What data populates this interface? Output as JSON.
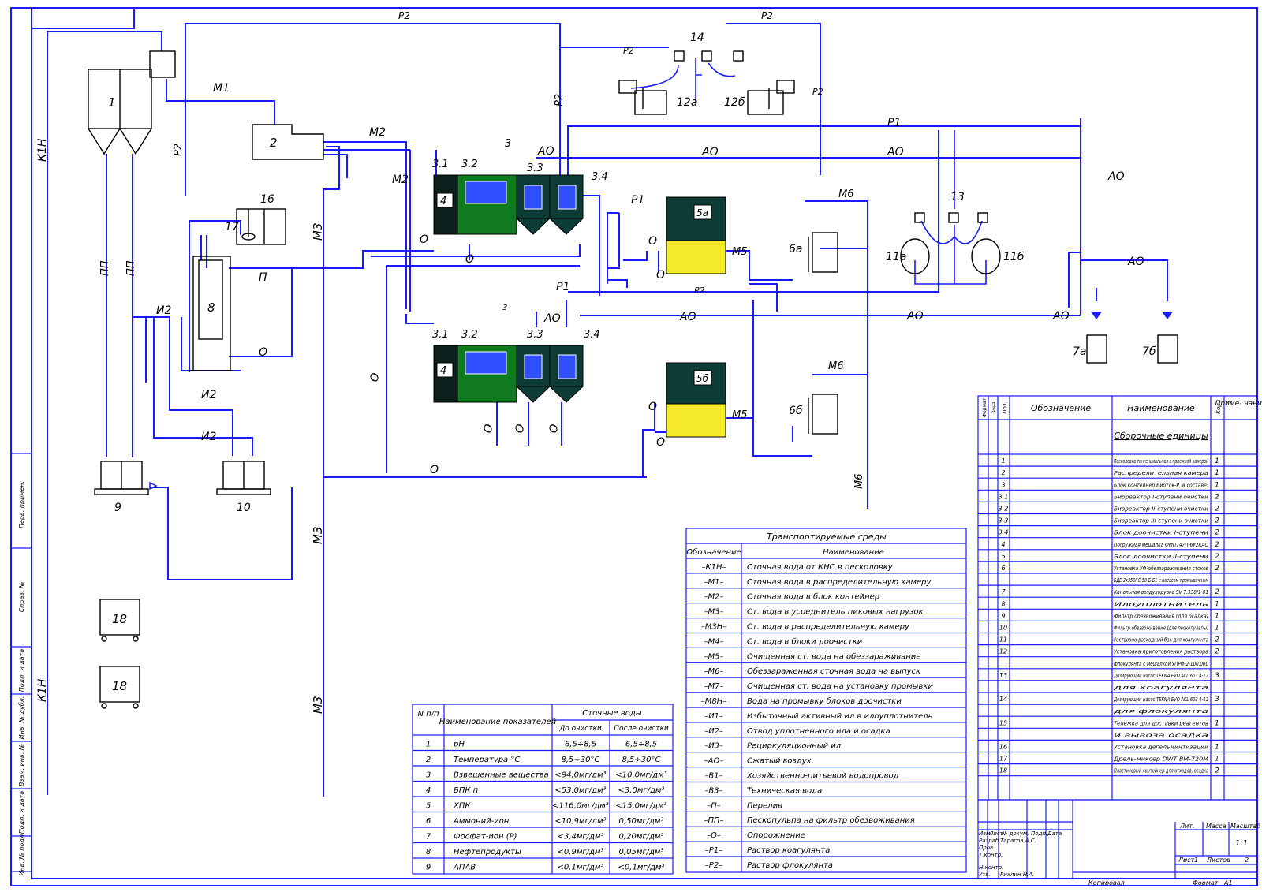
{
  "colors": {
    "pipe": "#1a1aff",
    "bioreactor_green": "#0f7a1e",
    "block_dark": "#0d3b36",
    "sand_yellow": "#f5ea2a",
    "lamp_blue": "#3050ff"
  },
  "labels": {
    "k1h": "К1Н",
    "r2": "Р2",
    "r1": "Р1",
    "m1": "М1",
    "m2": "М2",
    "m3": "М3",
    "m5": "М5",
    "m6": "М6",
    "ao": "АО",
    "o": "О",
    "p": "П",
    "pp": "ПП",
    "i2": "И2",
    "n1": "1",
    "n2": "2",
    "n3": "3",
    "n31": "3.1",
    "n32": "3.2",
    "n33": "3.3",
    "n34": "3.4",
    "n4": "4",
    "n5a": "5а",
    "n5b": "5б",
    "n6a": "6а",
    "n6b": "6б",
    "n7a": "7а",
    "n7b": "7б",
    "n8": "8",
    "n9": "9",
    "n10": "10",
    "n11a": "11а",
    "n11b": "11б",
    "n12a": "12а",
    "n12b": "12б",
    "n13": "13",
    "n14": "14",
    "n16": "16",
    "n17": "17",
    "n18": "18"
  },
  "media_table": {
    "title": "Транспортируемые среды",
    "headers": [
      "Обозначение",
      "Наименование"
    ],
    "rows": [
      [
        "–К1Н–",
        "Сточная вода от КНС в песколовку"
      ],
      [
        "–М1–",
        "Сточная вода в распределительную камеру"
      ],
      [
        "–М2–",
        "Сточная вода в блок контейнер"
      ],
      [
        "–М3–",
        "Ст. вода в усреднитель пиковых нагрузок"
      ],
      [
        "–М3Н–",
        "Ст. вода в распределительную камеру"
      ],
      [
        "–М4–",
        "Ст. вода в блоки доочистки"
      ],
      [
        "–М5–",
        "Очищенная ст. вода на обеззараживание"
      ],
      [
        "–М6–",
        "Обеззараженная сточная вода на выпуск"
      ],
      [
        "–М7–",
        "Очищенная ст. вода на установку промывки"
      ],
      [
        "–М8Н–",
        "Вода на промывку блоков доочистки"
      ],
      [
        "–И1–",
        "Избыточный активный ил в илоуплотнитель"
      ],
      [
        "–И2–",
        "Отвод уплотненного ила и осадка"
      ],
      [
        "–И3–",
        "Рециркуляционный ил"
      ],
      [
        "–АО–",
        "Сжатый воздух"
      ],
      [
        "–В1–",
        "Хозяйственно-питьевой водопровод"
      ],
      [
        "–В3–",
        "Техническая вода"
      ],
      [
        "–П–",
        "Перелив"
      ],
      [
        "–ПП–",
        "Пескопульпа на фильтр обезвоживания"
      ],
      [
        "–О–",
        "Опорожнение"
      ],
      [
        "–Р1–",
        "Раствор коагулянта"
      ],
      [
        "–Р2–",
        "Раствор флокулянта"
      ]
    ]
  },
  "params_table": {
    "h_num": "N п/п",
    "h_name": "Наименование показателей",
    "h_group": "Сточные воды",
    "h_before": "До очистки",
    "h_after": "После очистки",
    "rows": [
      [
        "1",
        "pH",
        "6,5÷8,5",
        "6,5÷8,5"
      ],
      [
        "2",
        "Температура °С",
        "8,5÷30°С",
        "8,5÷30°С"
      ],
      [
        "3",
        "Взвешенные вещества",
        "<94,0мг/дм³",
        "<10,0мг/дм³"
      ],
      [
        "4",
        "БПК п",
        "<53,0мг/дм³",
        "<3,0мг/дм³"
      ],
      [
        "5",
        "ХПК",
        "<116,0мг/дм³",
        "<15,0мг/дм³"
      ],
      [
        "6",
        "Аммоний-ион",
        "<10,9мг/дм³",
        "0,50мг/дм³"
      ],
      [
        "7",
        "Фосфат-ион (Р)",
        "<3,4мг/дм³",
        "0,20мг/дм³"
      ],
      [
        "8",
        "Нефтепродукты",
        "<0,9мг/дм³",
        "0,05мг/дм³"
      ],
      [
        "9",
        "АПАВ",
        "<0,1мг/дм³",
        "<0,1мг/дм³"
      ]
    ]
  },
  "spec_table": {
    "h_format": "Формат",
    "h_zone": "Зона",
    "h_pos": "Поз.",
    "h_designation": "Обозначение",
    "h_name": "Наименование",
    "h_qty": "Кол.",
    "h_note": "Приме- чание",
    "section": "Сборочные единицы",
    "rows": [
      [
        "1",
        "Песколовка тангенциальная с приемной камерой",
        "1"
      ],
      [
        "2",
        "Распределительная камера",
        "1"
      ],
      [
        "3",
        "Блок контейнер Биоток-Р, в составе:",
        "1"
      ],
      [
        "3.1",
        "Биореактор I-ступени очистки",
        "2"
      ],
      [
        "3.2",
        "Биореактор II-ступени очистки",
        "2"
      ],
      [
        "3.3",
        "Биореактор III-ступени очистки",
        "2"
      ],
      [
        "3.4",
        "Блок доочистки I-ступени",
        "2"
      ],
      [
        "4",
        "Погружная мешалка ФМП747П-6У2КАО",
        "2"
      ],
      [
        "5",
        "Блок доочистки II-ступени",
        "2"
      ],
      [
        "6",
        "Установка УФ-обеззараживания стоков",
        "2"
      ],
      [
        "",
        "БДЕ-2х350КС-50-Б-Б1 с насосом промывочным",
        ""
      ],
      [
        "7",
        "Канальная воздуходувка SV 7.330/1-01",
        "2"
      ],
      [
        "8",
        "Илоуплотнитель",
        "1"
      ],
      [
        "9",
        "Фильтр обезвоживания (для осадка)",
        "1"
      ],
      [
        "10",
        "Фильтр обезвоживания (для пескопульпы)",
        "1"
      ],
      [
        "11",
        "Растворно-расходный бак для коагулянта",
        "2"
      ],
      [
        "12",
        "Установка приготовления раствора",
        "2"
      ],
      [
        "",
        "флокулянта с мешалкой УПРФ-2-100.000",
        ""
      ],
      [
        "13",
        "Дозирующий насос TEKNA EVO AKL 603 4-12",
        "3"
      ],
      [
        "",
        "для коагулянта",
        ""
      ],
      [
        "14",
        "Дозирующий насос TEKNA EVO AKL 603 4-12",
        "3"
      ],
      [
        "",
        "для флокулянта",
        ""
      ],
      [
        "15",
        "Тележка для доставки реагентов",
        "1"
      ],
      [
        "",
        "и вывоза осадка",
        ""
      ],
      [
        "16",
        "Установка дегельминтизации",
        "1"
      ],
      [
        "17",
        "Дрель-миксер DWT BM-720M",
        "1"
      ],
      [
        "18",
        "Пластиковый контейнер для отходов, осадка",
        "2"
      ]
    ]
  },
  "title_block": {
    "izm": "Изм",
    "list": "Лист",
    "ndoc": "№ докум.",
    "podp": "Подп.",
    "data": "Дата",
    "razrab": "Разраб.",
    "razrab_name": "Тарасов А.С.",
    "prov": "Пров.",
    "tkontr": "Т.контр.",
    "nkontr": "Н.контр.",
    "utv": "Утв.",
    "utv_name": "Рихлин Н.А.",
    "lit": "Лит.",
    "massa": "Масса",
    "masshtab": "Масштаб",
    "masshtab_val": "1:1",
    "list_lbl": "Лист",
    "list_val": "1",
    "listov_lbl": "Листов",
    "listov_val": "2",
    "kopiroval": "Копировал",
    "format": "Формат",
    "format_val": "А1"
  },
  "side_stamp": [
    "Перв. примен.",
    "Справ. №",
    "Подп. и дата",
    "Инв. № дубл.",
    "Взам. инв. №",
    "Подп. и дата",
    "Инв. № подл."
  ]
}
